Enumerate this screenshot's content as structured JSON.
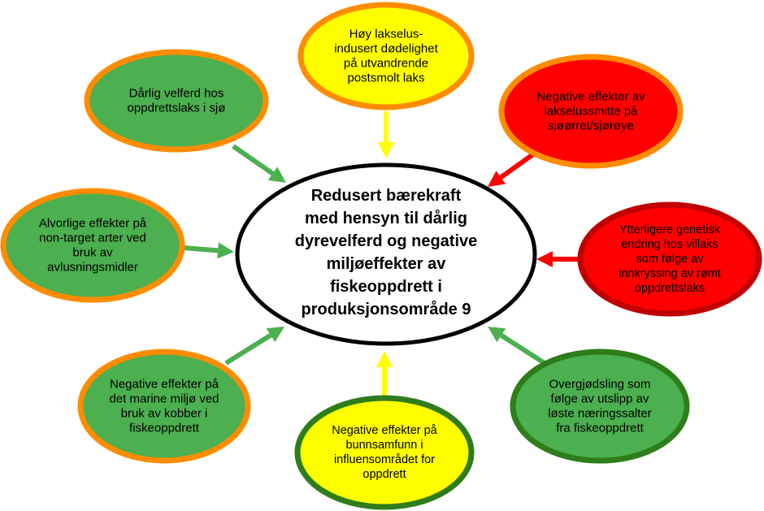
{
  "colors": {
    "green": "#4caf50",
    "yellow": "#ffff00",
    "red": "#ff0000",
    "orange_border": "#ff8c00",
    "dark_green_border": "#2e7d1a",
    "dark_red_border": "#c00000",
    "black": "#000000",
    "white": "#ffffff"
  },
  "center": {
    "lines": [
      "Redusert bærekraft",
      "med hensyn til dårlig",
      "dyrevelferd og negative",
      "miljøeffekter av",
      "fiskeoppdrett i",
      "produksjonsområde 9"
    ]
  },
  "nodes": [
    {
      "id": "node-top",
      "fill": "yellow",
      "border": "orange_border",
      "lines": [
        "Høy lakselus-",
        "indusert dødelighet",
        "på utvandrende",
        "postsmolt laks"
      ],
      "arrow": "yellow"
    },
    {
      "id": "node-top-right",
      "fill": "red",
      "border": "orange_border",
      "lines": [
        "Negative effekter av",
        "lakselussmitte på",
        "sjøørret/sjørøye"
      ],
      "arrow": "red"
    },
    {
      "id": "node-right",
      "fill": "red",
      "border": "dark_red_border",
      "lines": [
        "Ytterligere genetisk",
        "endring hos villaks",
        "som følge av",
        "innkryssing av rømt",
        "oppdrettslaks"
      ],
      "arrow": "red"
    },
    {
      "id": "node-bottom-right",
      "fill": "green",
      "border": "dark_green_border",
      "lines": [
        "Overgjødsling som",
        "følge av utslipp av",
        "løste næringssalter",
        "fra fiskeoppdrett"
      ],
      "arrow": "green"
    },
    {
      "id": "node-bottom",
      "fill": "yellow",
      "border": "dark_green_border",
      "lines": [
        "Negative effekter på",
        "bunnsamfunn i",
        "influensområdet for",
        "oppdrett"
      ],
      "arrow": "yellow"
    },
    {
      "id": "node-bottom-left",
      "fill": "green",
      "border": "orange_border",
      "lines": [
        "Negative effekter på",
        "det marine miljø ved",
        "bruk av kobber i",
        "fiskeoppdrett"
      ],
      "arrow": "green"
    },
    {
      "id": "node-left",
      "fill": "green",
      "border": "orange_border",
      "lines": [
        "Alvorlige effekter på",
        "non-target arter ved",
        "bruk av",
        "avlusningsmidler"
      ],
      "arrow": "green"
    },
    {
      "id": "node-top-left",
      "fill": "green",
      "border": "orange_border",
      "lines": [
        "Dårlig velferd hos",
        "oppdrettslaks i sjø"
      ],
      "arrow": "green"
    }
  ]
}
